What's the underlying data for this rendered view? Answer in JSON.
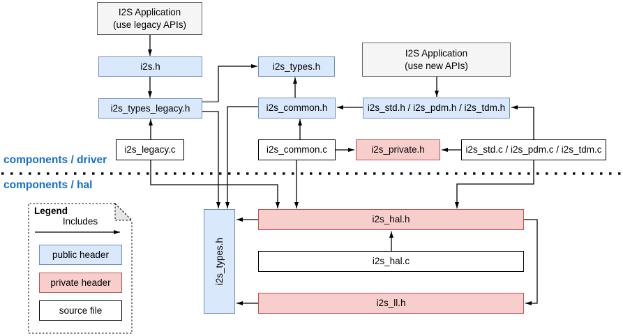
{
  "diagram": {
    "sections": {
      "driver_label": "components / driver",
      "hal_label": "components / hal"
    },
    "nodes": {
      "app_legacy": {
        "line1": "I2S Application",
        "line2": "(use legacy APIs)",
        "kind": "application"
      },
      "i2s_h": {
        "label": "i2s.h",
        "kind": "public header"
      },
      "i2s_types_legacy_h": {
        "label": "i2s_types_legacy.h",
        "kind": "public header"
      },
      "i2s_legacy_c": {
        "label": "i2s_legacy.c",
        "kind": "source file"
      },
      "i2s_types_h": {
        "label": "i2s_types.h",
        "kind": "public header"
      },
      "i2s_common_h": {
        "label": "i2s_common.h",
        "kind": "public header"
      },
      "i2s_common_c": {
        "label": "i2s_common.c",
        "kind": "source file"
      },
      "app_new": {
        "line1": "I2S Application",
        "line2": "(use new APIs)",
        "kind": "application"
      },
      "i2s_std_pdm_tdm_h": {
        "label": "i2s_std.h / i2s_pdm.h / i2s_tdm.h",
        "kind": "public header"
      },
      "i2s_private_h": {
        "label": "i2s_private.h",
        "kind": "private header"
      },
      "i2s_std_pdm_tdm_c": {
        "label": "i2s_std.c / i2s_pdm.c / i2s_tdm.c",
        "kind": "source file"
      },
      "hal_i2s_types_h": {
        "label": "i2s_types.h",
        "kind": "public header"
      },
      "i2s_hal_h": {
        "label": "i2s_hal.h",
        "kind": "private header"
      },
      "i2s_hal_c": {
        "label": "i2s_hal.c",
        "kind": "source file"
      },
      "i2s_ll_h": {
        "label": "i2s_ll.h",
        "kind": "private header"
      }
    },
    "legend": {
      "title": "Legend",
      "arrow_label": "Includes",
      "items": [
        {
          "label": "public header"
        },
        {
          "label": "private header"
        },
        {
          "label": "source file"
        }
      ]
    },
    "colors": {
      "public_header_fill": "#dae8fc",
      "public_header_border": "#6c8ebf",
      "private_header_fill": "#f8cecc",
      "private_header_border": "#b85450",
      "application_fill": "#f5f5f5",
      "application_border": "#666666",
      "source_file_fill": "#ffffff",
      "source_file_border": "#000000",
      "section_label_color": "#1470ce",
      "edge_color": "#000000"
    }
  }
}
